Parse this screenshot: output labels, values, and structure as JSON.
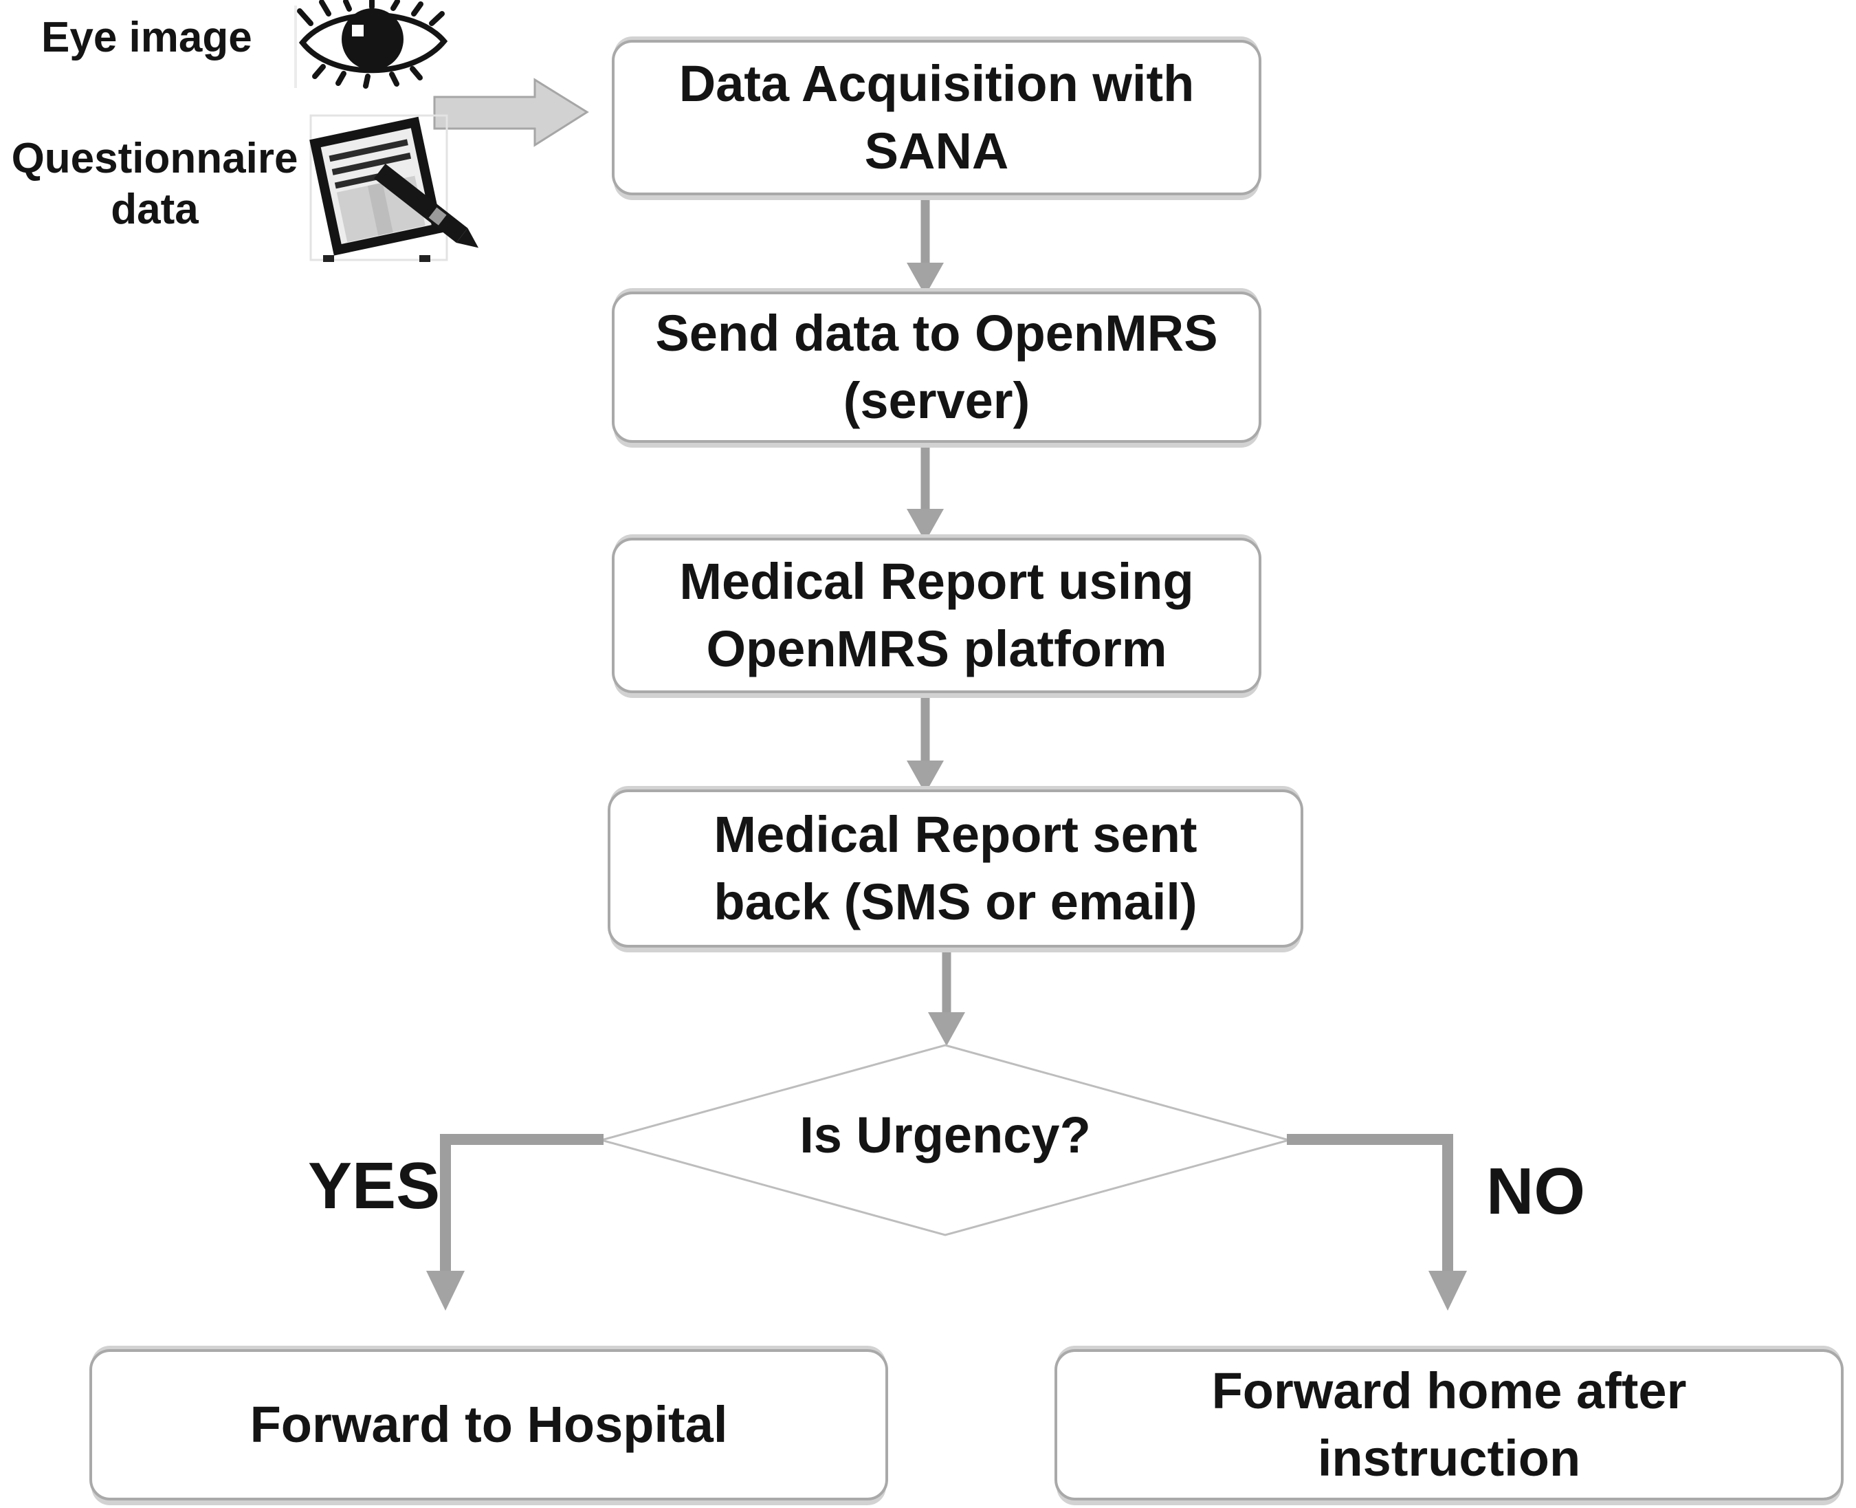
{
  "palette": {
    "connector_gray": "#9e9e9e",
    "arrowhead_gray": "#a3a3a3",
    "box_border_gray": "#a9a9a9",
    "box_shadow_gray": "#d2d2d2",
    "diamond_border_gray": "#bdbdbd",
    "block_arrow_fill": "#d2d2d2",
    "text_black": "#141414",
    "background": "#ffffff"
  },
  "icons": {
    "eye": "eye-icon",
    "questionnaire": "notepad-pen-icon",
    "input_arrow": "block-arrow-right-icon",
    "connectors": "arrow-down-icon"
  },
  "sources": {
    "eye": {
      "label": "Eye image"
    },
    "questionnaire": {
      "label_lines": [
        "Questionnaire",
        "data"
      ]
    }
  },
  "flow": {
    "step1": {
      "lines": [
        "Data Acquisition with",
        "SANA"
      ]
    },
    "step2": {
      "lines": [
        "Send data to OpenMRS",
        "(server)"
      ]
    },
    "step3": {
      "lines": [
        "Medical Report using",
        "OpenMRS platform"
      ]
    },
    "step4": {
      "lines": [
        "Medical Report sent",
        "back (SMS or email)"
      ]
    },
    "decision": {
      "label": "Is Urgency?"
    },
    "branch_yes": {
      "label": "YES",
      "target": {
        "lines": [
          "Forward to Hospital"
        ]
      }
    },
    "branch_no": {
      "label": "NO",
      "target": {
        "lines": [
          "Forward home after",
          "instruction"
        ]
      }
    }
  }
}
